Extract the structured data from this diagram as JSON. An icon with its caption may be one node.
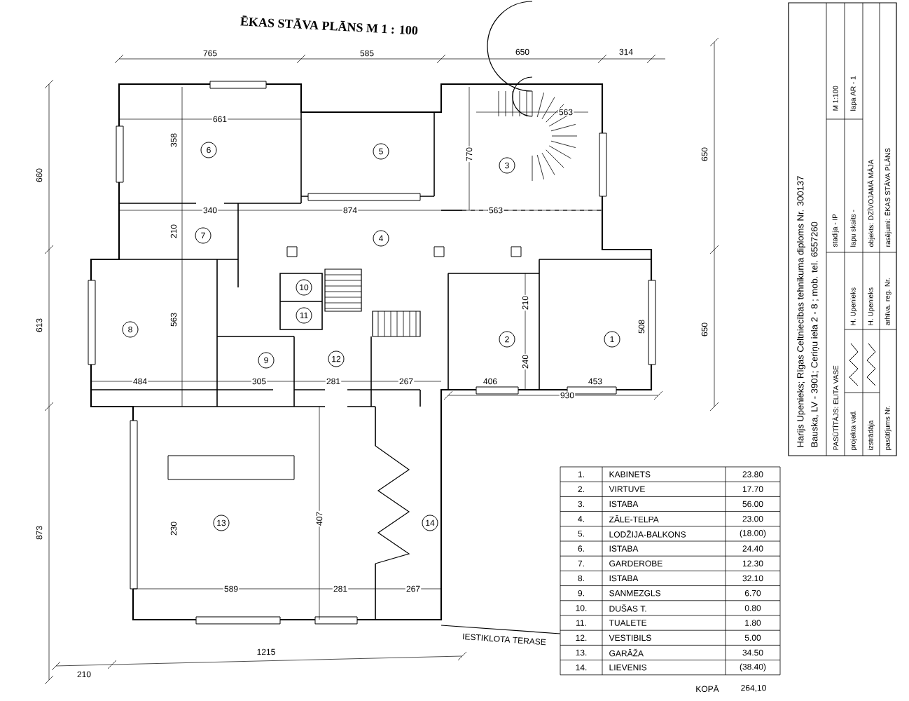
{
  "diagram": {
    "title": "ĒKAS STĀVA PLĀNS M 1 : 100",
    "nodes": [
      {
        "text": [
          "6"
        ]
      },
      {
        "text": [
          "5"
        ]
      },
      {
        "text": [
          "3"
        ]
      },
      {
        "text": [
          "7"
        ]
      },
      {
        "text": [
          "4"
        ]
      },
      {
        "text": [
          "10"
        ]
      },
      {
        "text": [
          "11"
        ]
      },
      {
        "text": [
          "8"
        ]
      },
      {
        "text": [
          "2"
        ]
      },
      {
        "text": [
          "1"
        ]
      },
      {
        "text": [
          "9"
        ]
      },
      {
        "text": [
          "12"
        ]
      },
      {
        "text": [
          "13"
        ]
      },
      {
        "text": [
          "14"
        ]
      }
    ],
    "labels": [
      "765",
      "585",
      "650",
      "314",
      "661",
      "358",
      "563",
      "770",
      "340",
      "874",
      "563",
      "210",
      "660",
      "650",
      "613",
      "563",
      "650",
      "930",
      "484",
      "305",
      "281",
      "267",
      "406",
      "453",
      "210",
      "240",
      "508",
      "873",
      "230",
      "407",
      "589",
      "281",
      "267",
      "1215",
      "210",
      "IESTIKLOTA TERASE",
      "1.",
      "KABINETS",
      "23.80",
      "2.",
      "VIRTUVE",
      "17.70",
      "3.",
      "ISTABA",
      "56.00",
      "4.",
      "ZĀLE-TELPA",
      "23.00",
      "5.",
      "LODŽIJA-BALKONS",
      "(18.00)",
      "6.",
      "ISTABA",
      "24.40",
      "7.",
      "GARDEROBE",
      "12.30",
      "8.",
      "ISTABA",
      "32.10",
      "9.",
      "SANMEZGLS",
      "6.70",
      "10.",
      "DUŠAS T.",
      "0.80",
      "11.",
      "TUALETE",
      "1.80",
      "12.",
      "VESTIBILS",
      "5.00",
      "13.",
      "GARĀŽA",
      "34.50",
      "14.",
      "LIEVENIS",
      "(38.40)",
      "KOPĀ",
      "264,10",
      "Harijs Upenieks; Rīgas Celtniecības tehnikuma diploms Nr. 300137",
      "Bauska, LV - 3901; Ceriņu iela 2 - 8 ; mob. tel. 6557260",
      "PASŪTĪTĀJS: ELITA VASE",
      "projekta vad.",
      "H. Upenieks",
      "izstrādāja",
      "H. Upenieks",
      "pasūtījums Nr.",
      "arhīva. reg. Nr.",
      "stadija - IP",
      "M 1:100",
      "lapu skaits -",
      "lapa AR - 1",
      "objekts: DZĪVOJAMĀ MĀJA",
      "rasējumi: ĒKAS STĀVA PLĀNS"
    ]
  }
}
